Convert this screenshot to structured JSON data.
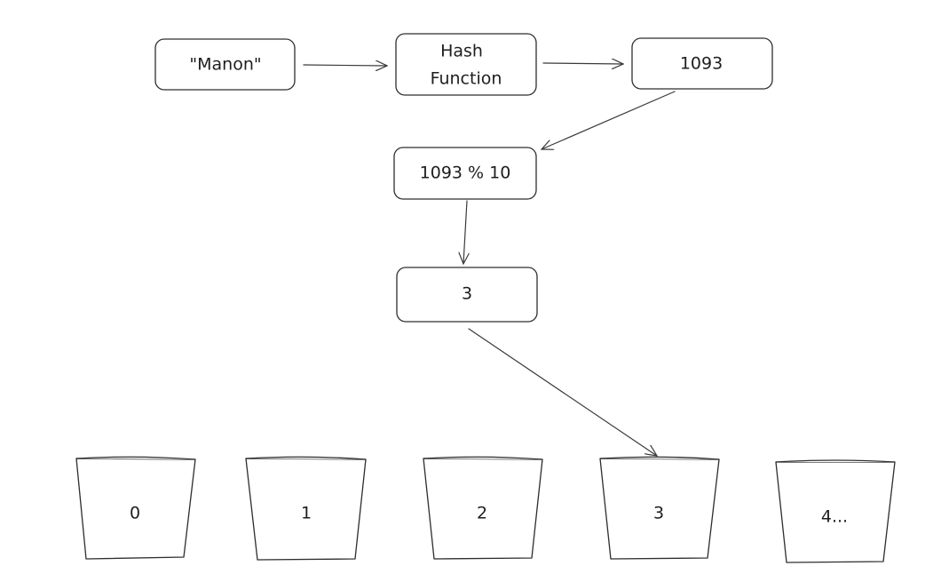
{
  "nodes": {
    "input": "\"Manon\"",
    "hash_function_line1": "Hash",
    "hash_function_line2": "Function",
    "hash_value": "1093",
    "modulo_expression": "1093 % 10",
    "bucket_index": "3"
  },
  "buckets": [
    {
      "label": "0"
    },
    {
      "label": "1"
    },
    {
      "label": "2"
    },
    {
      "label": "3"
    },
    {
      "label": "4..."
    }
  ],
  "colors": {
    "stroke": "#2e2e2e",
    "background": "#ffffff"
  }
}
